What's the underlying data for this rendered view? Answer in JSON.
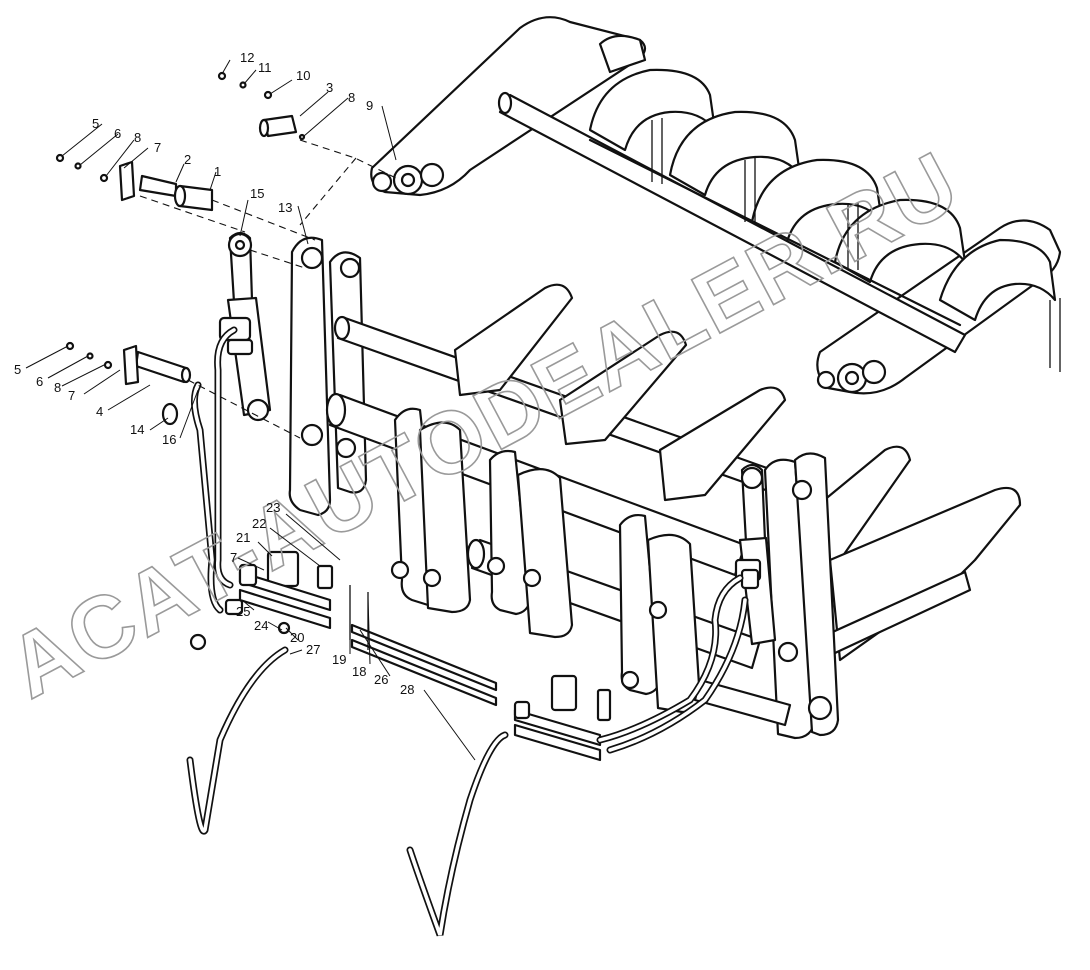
{
  "watermark": "ACAT-AUTODEALER.RU",
  "callouts": [
    {
      "id": "c1",
      "label": "1"
    },
    {
      "id": "c2",
      "label": "2"
    },
    {
      "id": "c3",
      "label": "3"
    },
    {
      "id": "c4",
      "label": "4"
    },
    {
      "id": "c5a",
      "label": "5"
    },
    {
      "id": "c5b",
      "label": "5"
    },
    {
      "id": "c6a",
      "label": "6"
    },
    {
      "id": "c6b",
      "label": "6"
    },
    {
      "id": "c7a",
      "label": "7"
    },
    {
      "id": "c7b",
      "label": "7"
    },
    {
      "id": "c7c",
      "label": "7"
    },
    {
      "id": "c8a",
      "label": "8"
    },
    {
      "id": "c8b",
      "label": "8"
    },
    {
      "id": "c8c",
      "label": "8"
    },
    {
      "id": "c9",
      "label": "9"
    },
    {
      "id": "c10",
      "label": "10"
    },
    {
      "id": "c11",
      "label": "11"
    },
    {
      "id": "c12",
      "label": "12"
    },
    {
      "id": "c13",
      "label": "13"
    },
    {
      "id": "c14",
      "label": "14"
    },
    {
      "id": "c15",
      "label": "15"
    },
    {
      "id": "c16",
      "label": "16"
    },
    {
      "id": "c18",
      "label": "18"
    },
    {
      "id": "c19",
      "label": "19"
    },
    {
      "id": "c20",
      "label": "20"
    },
    {
      "id": "c21",
      "label": "21"
    },
    {
      "id": "c22",
      "label": "22"
    },
    {
      "id": "c23",
      "label": "23"
    },
    {
      "id": "c24",
      "label": "24"
    },
    {
      "id": "c25",
      "label": "25"
    },
    {
      "id": "c26",
      "label": "26"
    },
    {
      "id": "c27",
      "label": "27"
    },
    {
      "id": "c28",
      "label": "28"
    }
  ]
}
